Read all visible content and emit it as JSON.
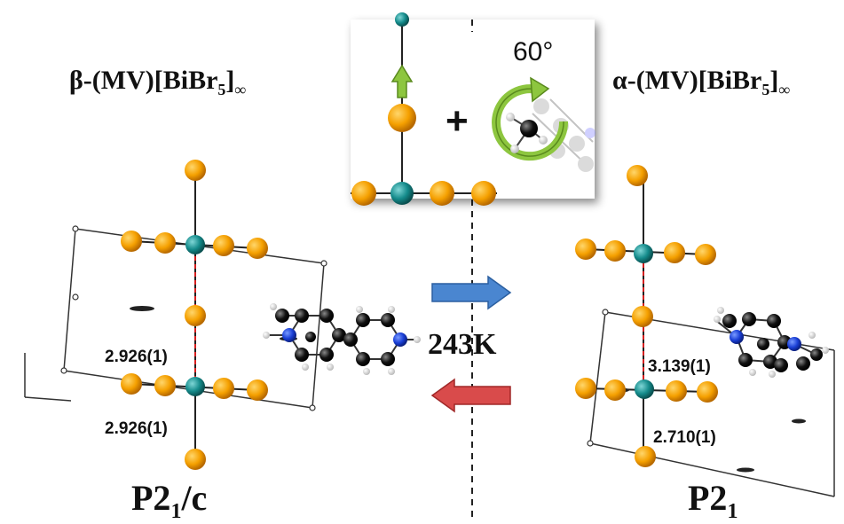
{
  "left_phase": {
    "prefix": "β-(MV)[BiBr",
    "sub": "5",
    "suffix": "]",
    "inf": "∞"
  },
  "right_phase": {
    "prefix": "α-(MV)[BiBr",
    "sub": "5",
    "suffix": "]",
    "inf": "∞"
  },
  "left_bonds": {
    "upper": "2.926(1)",
    "lower": "2.926(1)"
  },
  "right_bonds": {
    "upper": "3.139(1)",
    "lower": "2.710(1)"
  },
  "left_space_group": {
    "main": "P2",
    "sub": "1",
    "suffix": "/c"
  },
  "right_space_group": {
    "main": "P2",
    "sub": "1"
  },
  "transition": {
    "temperature": "243K"
  },
  "inset": {
    "rotation_angle": "60°",
    "plus": "+"
  },
  "colors": {
    "br": "#f5a000",
    "bi": "#148b8b",
    "carbon": "#111111",
    "nitrogen": "#1a3fd6",
    "arrow_forward": "#4a86d0",
    "arrow_back": "#d94b4b",
    "rotation_arrow": "#8dc63f",
    "bond_dash": "#d62020"
  }
}
